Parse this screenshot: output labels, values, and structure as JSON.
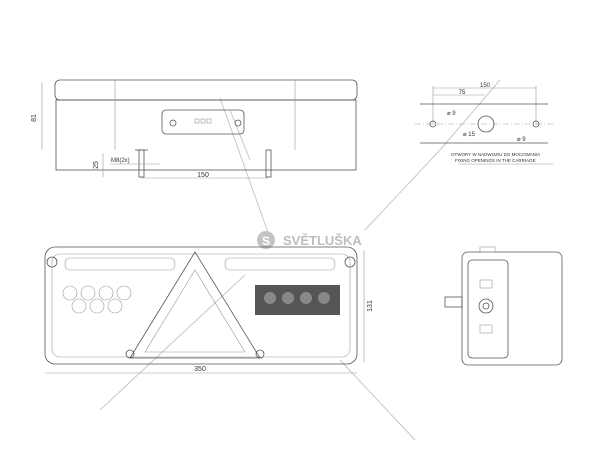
{
  "brand": {
    "name": "SVĚTLUŠKA",
    "logo_letter": "S"
  },
  "top_view": {
    "height_dim": "81",
    "stud_dim": "25",
    "thread_label": "M8(2x)",
    "stud_spacing": "150"
  },
  "mounting_holes": {
    "spacing": "150",
    "half_spacing": "75",
    "hole_small_1": "⌀ 9",
    "hole_large": "⌀ 15",
    "hole_small_2": "⌀ 9",
    "note_pl": "OTWORY W NADWOZIU DO MOCOWANIA",
    "note_en": "FIXING OPENINGS IN THE CARRIAGE"
  },
  "front_view": {
    "width_dim": "350",
    "height_dim": "131"
  },
  "colors": {
    "line": "#555555",
    "watermark": "#c8c8c8",
    "logo": "#bdbdbd"
  }
}
